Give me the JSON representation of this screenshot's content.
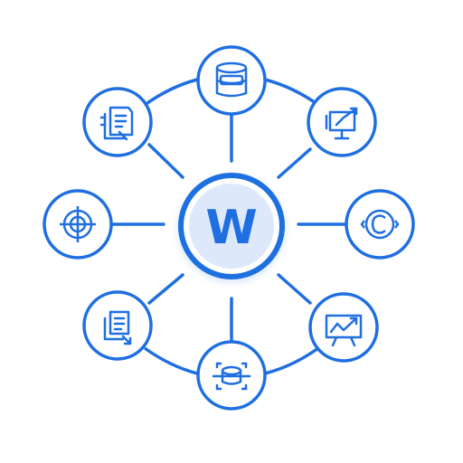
{
  "hub": {
    "letter": "W",
    "icon": "w-logo-hub"
  },
  "nodes": [
    {
      "id": "top",
      "icon": "database-icon"
    },
    {
      "id": "top-right",
      "icon": "presentation-board-icon"
    },
    {
      "id": "right",
      "icon": "copyright-circle-icon"
    },
    {
      "id": "bottom-right",
      "icon": "analytics-monitor-icon"
    },
    {
      "id": "bottom",
      "icon": "scan-cylinder-icon"
    },
    {
      "id": "bottom-left",
      "icon": "document-stack-icon"
    },
    {
      "id": "left",
      "icon": "globe-target-icon"
    },
    {
      "id": "top-left",
      "icon": "document-checklist-icon"
    }
  ],
  "colors": {
    "primary": "#1f6fe0",
    "hub_fill": "#dde9fb",
    "background": "#ffffff"
  }
}
